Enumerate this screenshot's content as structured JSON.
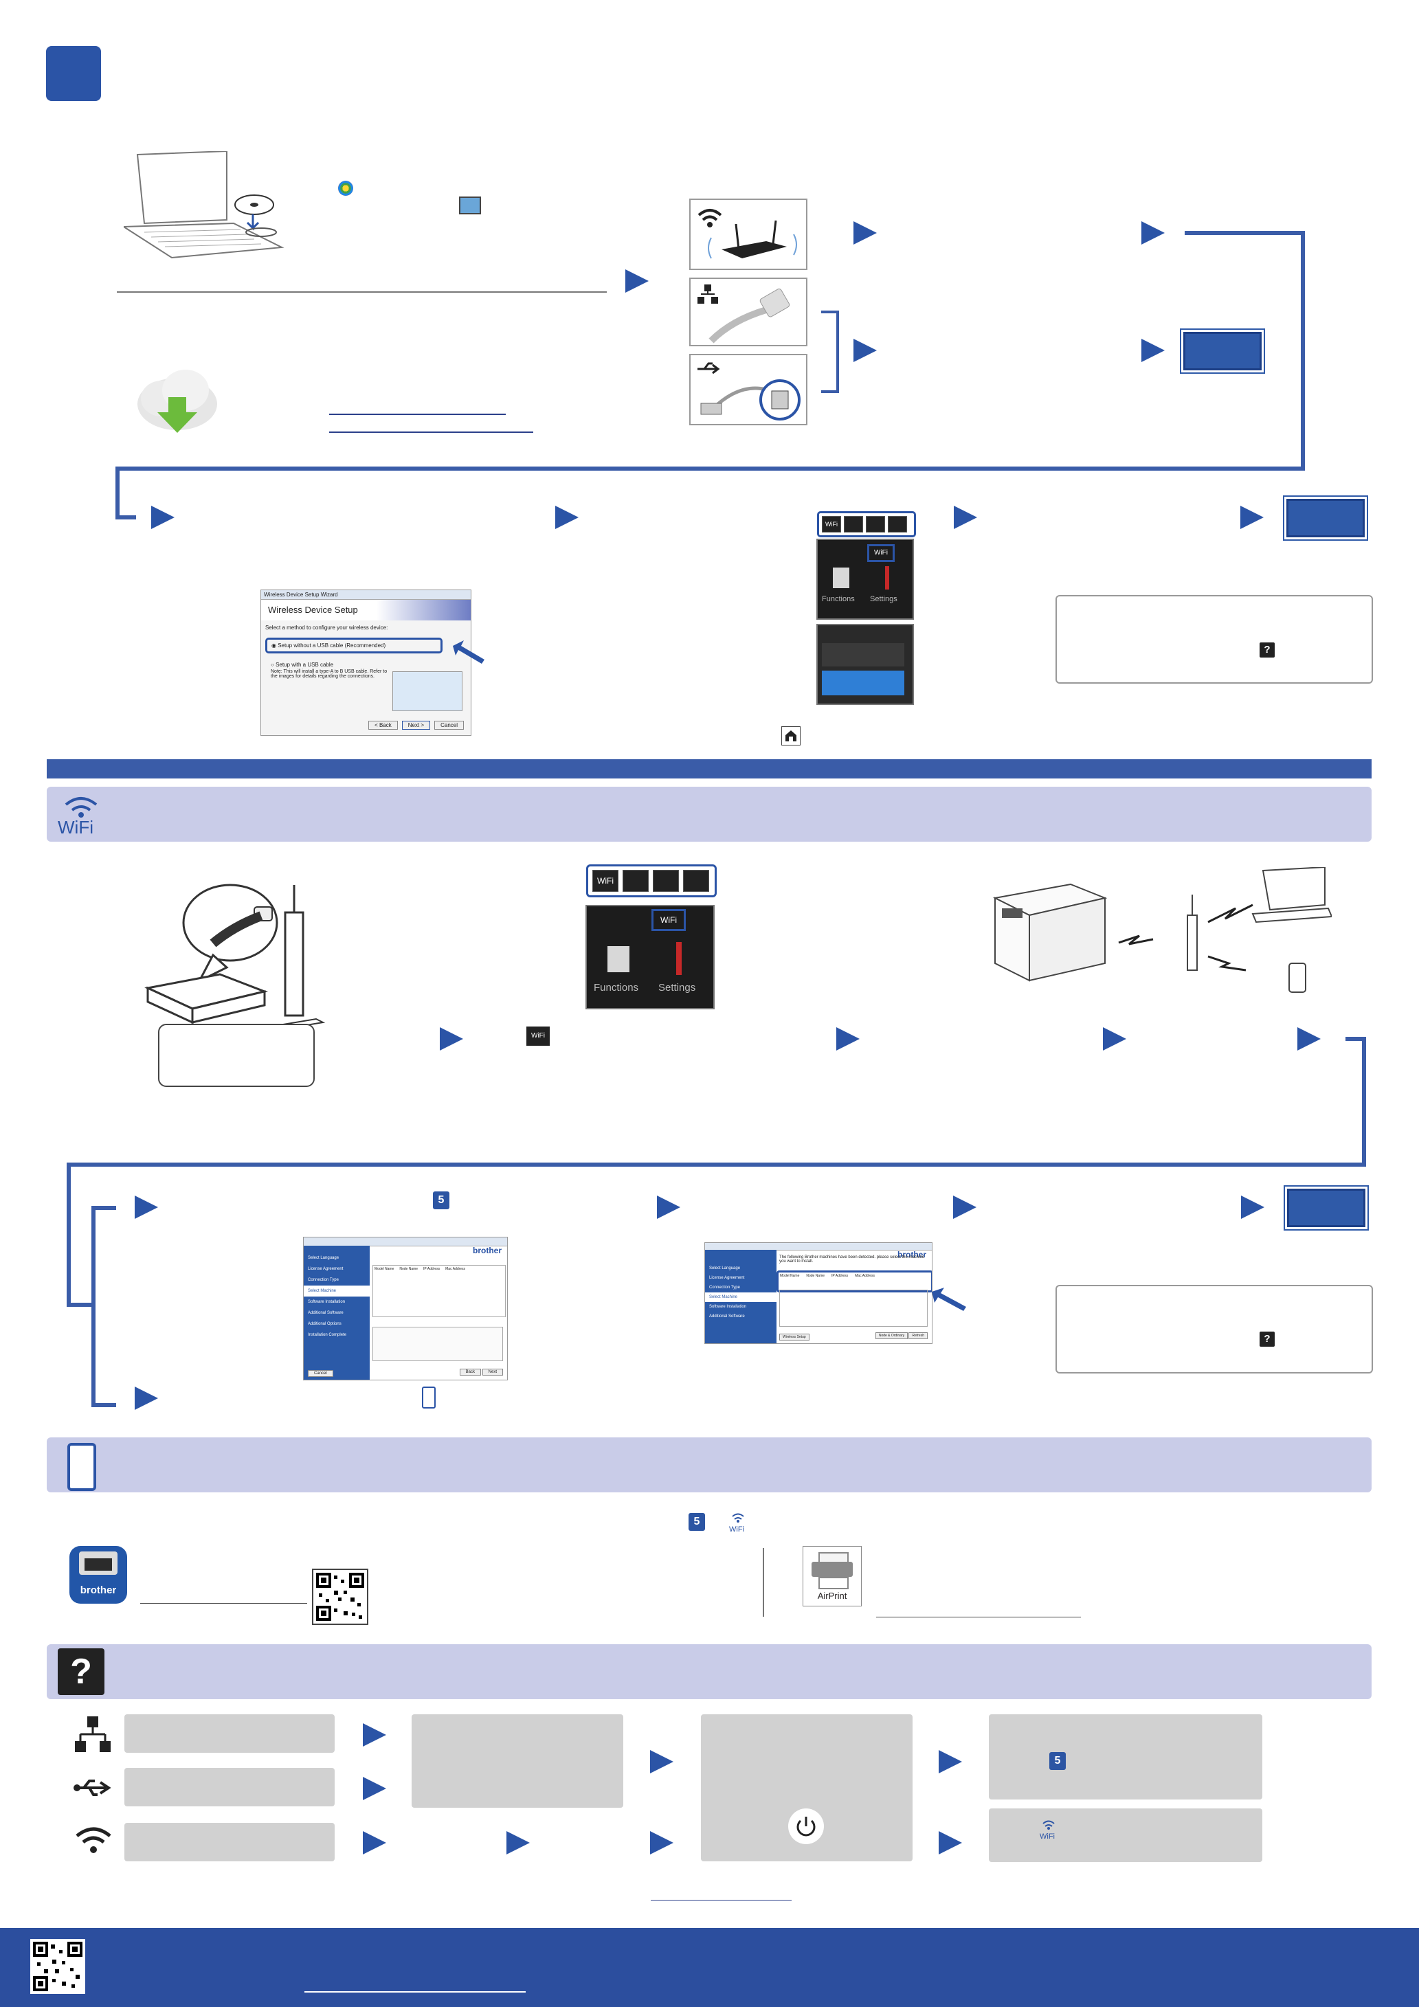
{
  "colors": {
    "accent_blue": "#2b54a6",
    "section_bar": "#c9cce8",
    "gray_box": "#d1d1d1",
    "footer": "#2c4e9e"
  },
  "step_header": {
    "number_badge": ""
  },
  "screen_labels": {
    "wifi_tile": "WiFi",
    "functions": "Functions",
    "settings": "Settings"
  },
  "dialog_wireless": {
    "window_title": "Wireless Device Setup Wizard",
    "heading": "Wireless Device Setup",
    "prompt": "Select a method to configure your wireless device:",
    "option1": "Setup without a USB cable (Recommended)",
    "option2": "Setup with a USB cable",
    "option2_note": "Note: This will install a type-A to B USB cable. Refer to the images for details regarding the connections.",
    "btn_back": "< Back",
    "btn_next": "Next >",
    "btn_cancel": "Cancel"
  },
  "dialog_installation": {
    "brand": "brother",
    "sidebar": [
      "Select Language",
      "License Agreement",
      "Connection Type",
      "Select Machine",
      "Software Installation",
      "Additional Software",
      "Additional Options",
      "Installation Complete"
    ],
    "columns": [
      "Model Name",
      "Node Name",
      "IP Address",
      "Mac Address"
    ],
    "btn_cancel": "Cancel",
    "btn_back": "Back",
    "btn_next": "Next"
  },
  "dialog_select": {
    "brand": "brother",
    "sidebar": [
      "Select Language",
      "License Agreement",
      "Connection Type",
      "Select Machine",
      "Software Installation",
      "Additional Software"
    ],
    "intro": "The following Brother machines have been detected. please select the machine you want to install.",
    "columns": [
      "Model Name",
      "Node Name",
      "IP Address",
      "Mac Address"
    ],
    "btn_wireless": "Wireless Setup",
    "btn_node": "Node & Ordinary",
    "btn_refresh": "Refresh"
  },
  "number_badge": "5",
  "wifi_label": "WiFi",
  "app_icon": {
    "label": "brother"
  },
  "airprint": {
    "label": "AirPrint"
  }
}
